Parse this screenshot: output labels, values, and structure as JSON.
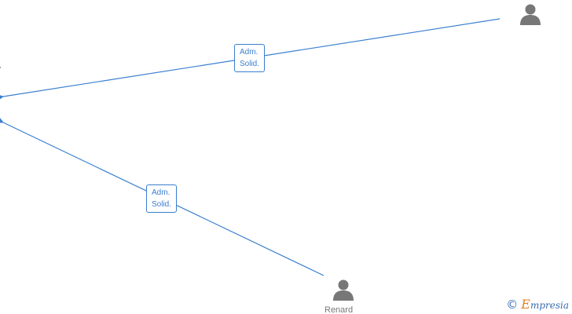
{
  "colors": {
    "edge": "#3a7fd0",
    "person_icon": "#777777",
    "label_text": "#3a7fd0",
    "brand": "#3a6fb0",
    "brand_accent": "#e08020"
  },
  "nodes": [
    {
      "id": "person-top-right",
      "icon": "person-icon",
      "name": ""
    },
    {
      "id": "person-bottom",
      "icon": "person-icon",
      "name": "Renard"
    }
  ],
  "edges": [
    {
      "from": "person-top-right",
      "label_line1": "Adm.",
      "label_line2": "Solid."
    },
    {
      "from": "person-bottom",
      "label_line1": "Adm.",
      "label_line2": "Solid."
    }
  ],
  "footer": {
    "copyright_symbol": "©",
    "brand_first_letter": "E",
    "brand_rest": "mpresia"
  }
}
